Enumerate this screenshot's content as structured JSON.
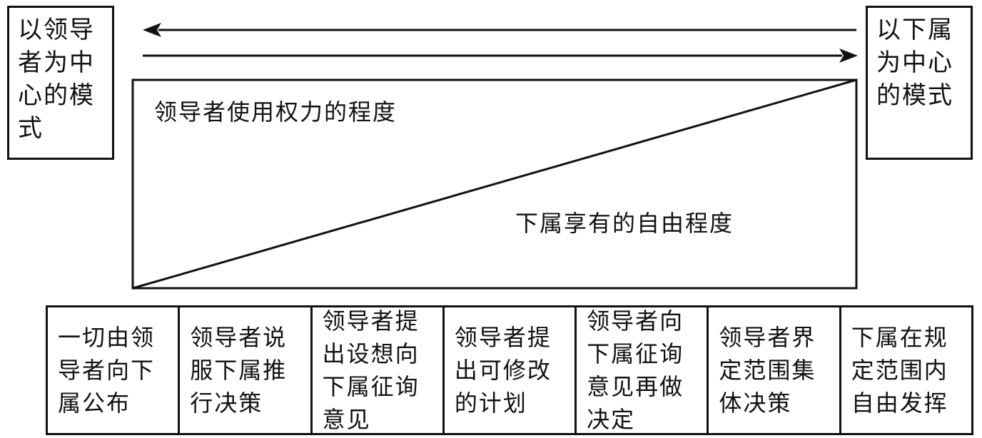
{
  "left_box": {
    "lines": [
      "以领导",
      "者为中",
      "心的模",
      "式"
    ]
  },
  "right_box": {
    "lines": [
      "以下属",
      "为中心",
      "的模式"
    ]
  },
  "diagram": {
    "leader_power_label": "领导者使用权力的程度",
    "subordinate_freedom_label": "下属享有的自由程度"
  },
  "spectrum": [
    {
      "lines": [
        "一切由领",
        "导者向下",
        "属公布"
      ]
    },
    {
      "lines": [
        "领导者说",
        "服下属推",
        "行决策"
      ]
    },
    {
      "lines": [
        "领导者提",
        "出设想向",
        "下属征询",
        "意见"
      ]
    },
    {
      "lines": [
        "领导者提",
        "出可修改",
        "的计划"
      ]
    },
    {
      "lines": [
        "领导者向",
        "下属征询",
        "意见再做",
        "决定"
      ]
    },
    {
      "lines": [
        "领导者界",
        "定范围集",
        "体决策"
      ]
    },
    {
      "lines": [
        "下属在规",
        "定范围内",
        "自由发挥"
      ]
    }
  ]
}
